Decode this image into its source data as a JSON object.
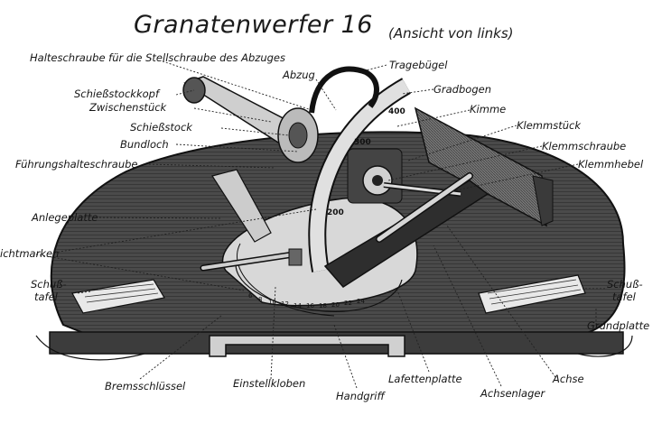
{
  "title": "Granatenwerfer 16",
  "subtitle": "(Ansicht von links)",
  "labels": {
    "halteschraube": "Halteschraube für die Stellschraube des Abzuges",
    "tragebuegel": "Tragebügel",
    "abzug": "Abzug",
    "gradbogen": "Gradbogen",
    "schiessstockkopf": "Schießstockkopf",
    "zwischenstueck": "Zwischenstück",
    "kimme": "Kimme",
    "schiessstock": "Schießstock",
    "klemmstueck": "Klemmstück",
    "bundloch": "Bundloch",
    "klemmschraube": "Klemmschraube",
    "fuehrungshalteschraube": "Führungshalteschraube",
    "klemmhebel": "Klemmhebel",
    "anlegeplatte": "Anlegeplatte",
    "richtmarken": "ichtmarken",
    "schusstafel_left_1": "Schuß-",
    "schusstafel_left_2": "tafel",
    "schusstafel_right_1": "Schuß-",
    "schusstafel_right_2": "tafel",
    "grundplatte": "Grundplatte",
    "bremsschluessel": "Bremsschlüssel",
    "einstellkloben": "Einstellkloben",
    "handgriff": "Handgriff",
    "lafettenplatte": "Lafettenplatte",
    "achsenlager": "Achsenlager",
    "achse": "Achse"
  },
  "scale": {
    "gradbogen_ticks": [
      "400",
      "300",
      "200"
    ],
    "dial_numbers": [
      "6",
      "8",
      "10",
      "12",
      "14",
      "16",
      "18",
      "20",
      "22",
      "24"
    ]
  }
}
